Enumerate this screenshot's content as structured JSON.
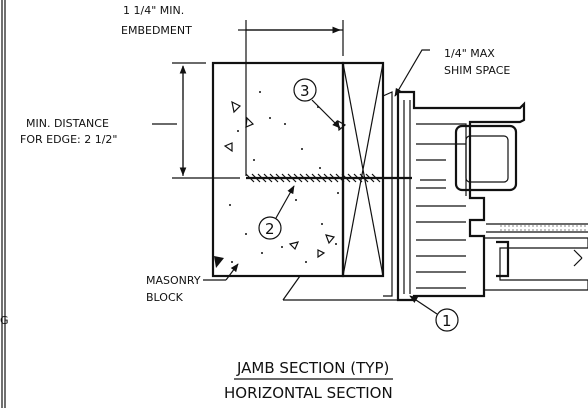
{
  "labels": {
    "embedment": [
      "1 1/4\" MIN.",
      "EMBEDMENT"
    ],
    "shim": [
      "1/4\" MAX",
      "SHIM SPACE"
    ],
    "edge_distance": [
      "MIN. DISTANCE",
      "FOR EDGE: 2 1/2\""
    ],
    "masonry": [
      "MASONRY",
      "BLOCK"
    ],
    "left_edge_fragment": "G"
  },
  "callouts": {
    "c1": "1",
    "c2": "2",
    "c3": "3"
  },
  "title": {
    "line1": "JAMB SECTION (TYP)",
    "line2": "HORIZONTAL SECTION"
  }
}
